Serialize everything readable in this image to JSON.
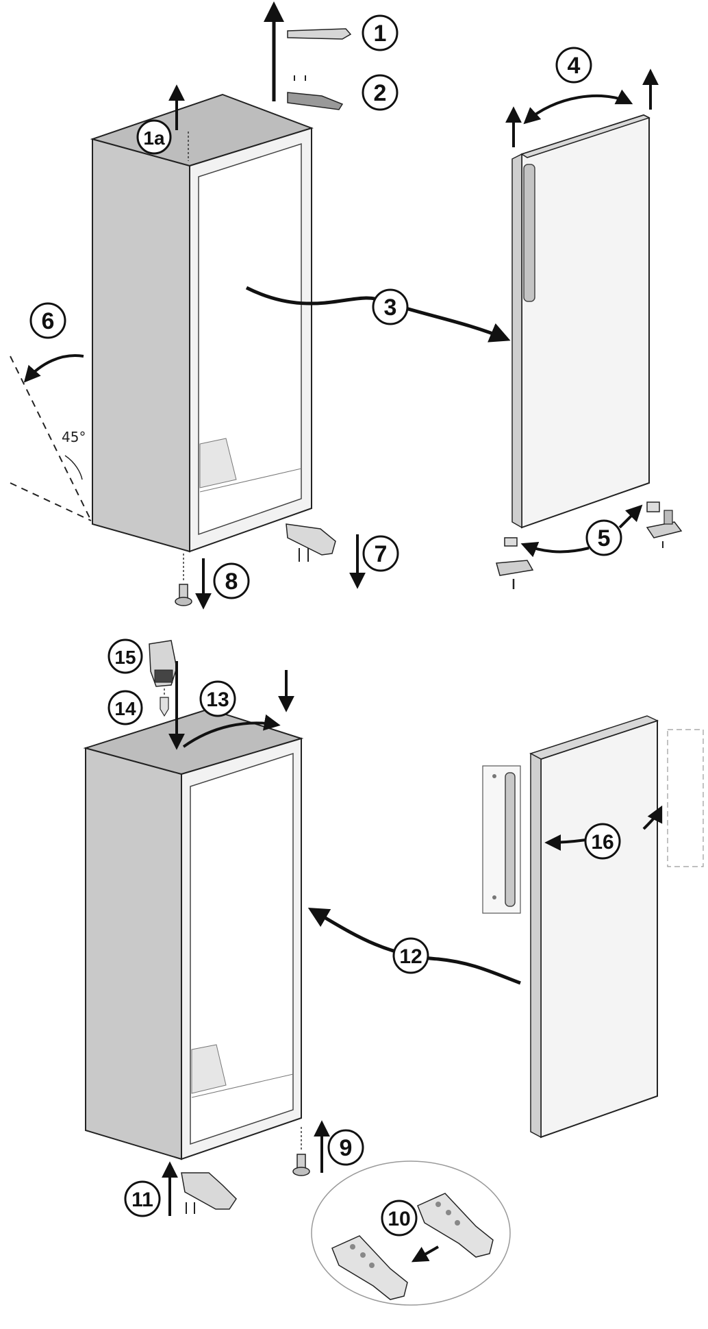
{
  "diagram": {
    "step_labels": {
      "s1": "1",
      "s1a": "1a",
      "s2": "2",
      "s3": "3",
      "s4": "4",
      "s5": "5",
      "s6": "6",
      "s7": "7",
      "s8": "8",
      "s9": "9",
      "s10": "10",
      "s11": "11",
      "s12": "12",
      "s13": "13",
      "s14": "14",
      "s15": "15",
      "s16": "16"
    },
    "angle_label": "45°"
  }
}
